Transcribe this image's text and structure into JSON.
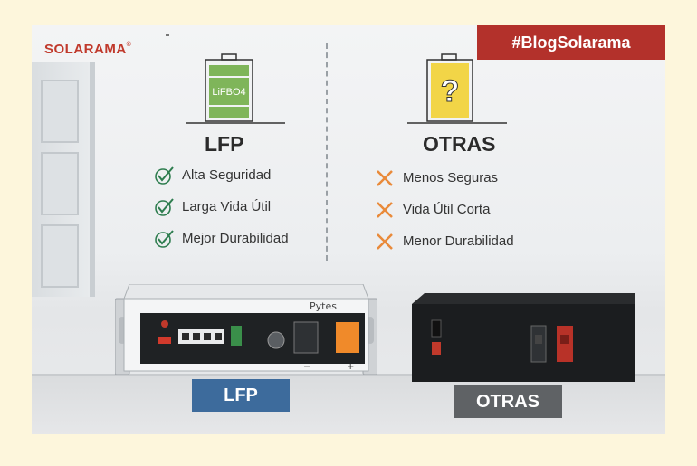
{
  "brand": {
    "logo_text": "SOLARAMA",
    "registered_mark": "®"
  },
  "hashtag": "#BlogSolarama",
  "lfp": {
    "icon_label": "LiFBO4",
    "heading": "LFP",
    "features": [
      "Alta Seguridad",
      "Larga Vida Útil",
      "Mejor Durabilidad"
    ],
    "bottom_label": "LFP",
    "device_brand": "Pytes",
    "color": "#3d6b9c"
  },
  "otras": {
    "icon_label": "?",
    "heading": "OTRAS",
    "features": [
      "Menos Seguras",
      "Vida Útil Corta",
      "Menor Durabilidad"
    ],
    "bottom_label": "OTRAS",
    "color": "#5f6265"
  },
  "colors": {
    "check_green": "#2e7d4f",
    "cross_orange": "#e98a3a",
    "battery_green": "#7fb55a",
    "battery_yellow": "#f2d547",
    "hashtag_bg": "#b3312b"
  }
}
